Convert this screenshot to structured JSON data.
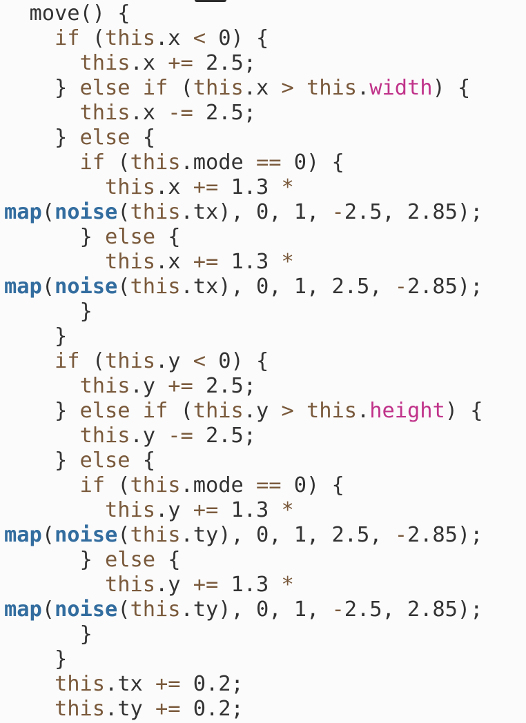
{
  "colors": {
    "background": "#fbfbfb",
    "text": "#333333",
    "keyword": "#7a5a3c",
    "function": "#336d9f",
    "builtin_property": "#c0338a"
  },
  "code": {
    "lines": [
      [
        {
          "t": "plain",
          "v": "  move() {"
        }
      ],
      [
        {
          "t": "plain",
          "v": "    "
        },
        {
          "t": "kw",
          "v": "if"
        },
        {
          "t": "plain",
          "v": " ("
        },
        {
          "t": "this",
          "v": "this"
        },
        {
          "t": "plain",
          "v": ".x "
        },
        {
          "t": "op",
          "v": "<"
        },
        {
          "t": "plain",
          "v": " 0) {"
        }
      ],
      [
        {
          "t": "plain",
          "v": "      "
        },
        {
          "t": "this",
          "v": "this"
        },
        {
          "t": "plain",
          "v": ".x "
        },
        {
          "t": "op",
          "v": "+="
        },
        {
          "t": "plain",
          "v": " 2.5;"
        }
      ],
      [
        {
          "t": "plain",
          "v": "    } "
        },
        {
          "t": "kw",
          "v": "else if"
        },
        {
          "t": "plain",
          "v": " ("
        },
        {
          "t": "this",
          "v": "this"
        },
        {
          "t": "plain",
          "v": ".x "
        },
        {
          "t": "op",
          "v": ">"
        },
        {
          "t": "plain",
          "v": " "
        },
        {
          "t": "this",
          "v": "this"
        },
        {
          "t": "plain",
          "v": "."
        },
        {
          "t": "builtin",
          "v": "width"
        },
        {
          "t": "plain",
          "v": ") {"
        }
      ],
      [
        {
          "t": "plain",
          "v": "      "
        },
        {
          "t": "this",
          "v": "this"
        },
        {
          "t": "plain",
          "v": ".x "
        },
        {
          "t": "op",
          "v": "-="
        },
        {
          "t": "plain",
          "v": " 2.5;"
        }
      ],
      [
        {
          "t": "plain",
          "v": "    } "
        },
        {
          "t": "kw",
          "v": "else"
        },
        {
          "t": "plain",
          "v": " {"
        }
      ],
      [
        {
          "t": "plain",
          "v": "      "
        },
        {
          "t": "kw",
          "v": "if"
        },
        {
          "t": "plain",
          "v": " ("
        },
        {
          "t": "this",
          "v": "this"
        },
        {
          "t": "plain",
          "v": ".mode "
        },
        {
          "t": "op",
          "v": "=="
        },
        {
          "t": "plain",
          "v": " 0) {"
        }
      ],
      [
        {
          "t": "plain",
          "v": "        "
        },
        {
          "t": "this",
          "v": "this"
        },
        {
          "t": "plain",
          "v": ".x "
        },
        {
          "t": "op",
          "v": "+="
        },
        {
          "t": "plain",
          "v": " 1.3 "
        },
        {
          "t": "op",
          "v": "*"
        }
      ],
      [
        {
          "t": "fn",
          "v": "map"
        },
        {
          "t": "plain",
          "v": "("
        },
        {
          "t": "fn",
          "v": "noise"
        },
        {
          "t": "plain",
          "v": "("
        },
        {
          "t": "this",
          "v": "this"
        },
        {
          "t": "plain",
          "v": ".tx), 0, 1, "
        },
        {
          "t": "op",
          "v": "-"
        },
        {
          "t": "plain",
          "v": "2.5, 2.85);"
        }
      ],
      [
        {
          "t": "plain",
          "v": "      } "
        },
        {
          "t": "kw",
          "v": "else"
        },
        {
          "t": "plain",
          "v": " {"
        }
      ],
      [
        {
          "t": "plain",
          "v": "        "
        },
        {
          "t": "this",
          "v": "this"
        },
        {
          "t": "plain",
          "v": ".x "
        },
        {
          "t": "op",
          "v": "+="
        },
        {
          "t": "plain",
          "v": " 1.3 "
        },
        {
          "t": "op",
          "v": "*"
        }
      ],
      [
        {
          "t": "fn",
          "v": "map"
        },
        {
          "t": "plain",
          "v": "("
        },
        {
          "t": "fn",
          "v": "noise"
        },
        {
          "t": "plain",
          "v": "("
        },
        {
          "t": "this",
          "v": "this"
        },
        {
          "t": "plain",
          "v": ".tx), 0, 1, 2.5, "
        },
        {
          "t": "op",
          "v": "-"
        },
        {
          "t": "plain",
          "v": "2.85);"
        }
      ],
      [
        {
          "t": "plain",
          "v": "      }"
        }
      ],
      [
        {
          "t": "plain",
          "v": "    }"
        }
      ],
      [
        {
          "t": "plain",
          "v": "    "
        },
        {
          "t": "kw",
          "v": "if"
        },
        {
          "t": "plain",
          "v": " ("
        },
        {
          "t": "this",
          "v": "this"
        },
        {
          "t": "plain",
          "v": ".y "
        },
        {
          "t": "op",
          "v": "<"
        },
        {
          "t": "plain",
          "v": " 0) {"
        }
      ],
      [
        {
          "t": "plain",
          "v": "      "
        },
        {
          "t": "this",
          "v": "this"
        },
        {
          "t": "plain",
          "v": ".y "
        },
        {
          "t": "op",
          "v": "+="
        },
        {
          "t": "plain",
          "v": " 2.5;"
        }
      ],
      [
        {
          "t": "plain",
          "v": "    } "
        },
        {
          "t": "kw",
          "v": "else if"
        },
        {
          "t": "plain",
          "v": " ("
        },
        {
          "t": "this",
          "v": "this"
        },
        {
          "t": "plain",
          "v": ".y "
        },
        {
          "t": "op",
          "v": ">"
        },
        {
          "t": "plain",
          "v": " "
        },
        {
          "t": "this",
          "v": "this"
        },
        {
          "t": "plain",
          "v": "."
        },
        {
          "t": "builtin",
          "v": "height"
        },
        {
          "t": "plain",
          "v": ") {"
        }
      ],
      [
        {
          "t": "plain",
          "v": "      "
        },
        {
          "t": "this",
          "v": "this"
        },
        {
          "t": "plain",
          "v": ".y "
        },
        {
          "t": "op",
          "v": "-="
        },
        {
          "t": "plain",
          "v": " 2.5;"
        }
      ],
      [
        {
          "t": "plain",
          "v": "    } "
        },
        {
          "t": "kw",
          "v": "else"
        },
        {
          "t": "plain",
          "v": " {"
        }
      ],
      [
        {
          "t": "plain",
          "v": "      "
        },
        {
          "t": "kw",
          "v": "if"
        },
        {
          "t": "plain",
          "v": " ("
        },
        {
          "t": "this",
          "v": "this"
        },
        {
          "t": "plain",
          "v": ".mode "
        },
        {
          "t": "op",
          "v": "=="
        },
        {
          "t": "plain",
          "v": " 0) {"
        }
      ],
      [
        {
          "t": "plain",
          "v": "        "
        },
        {
          "t": "this",
          "v": "this"
        },
        {
          "t": "plain",
          "v": ".y "
        },
        {
          "t": "op",
          "v": "+="
        },
        {
          "t": "plain",
          "v": " 1.3 "
        },
        {
          "t": "op",
          "v": "*"
        }
      ],
      [
        {
          "t": "fn",
          "v": "map"
        },
        {
          "t": "plain",
          "v": "("
        },
        {
          "t": "fn",
          "v": "noise"
        },
        {
          "t": "plain",
          "v": "("
        },
        {
          "t": "this",
          "v": "this"
        },
        {
          "t": "plain",
          "v": ".ty), 0, 1, 2.5, "
        },
        {
          "t": "op",
          "v": "-"
        },
        {
          "t": "plain",
          "v": "2.85);"
        }
      ],
      [
        {
          "t": "plain",
          "v": "      } "
        },
        {
          "t": "kw",
          "v": "else"
        },
        {
          "t": "plain",
          "v": " {"
        }
      ],
      [
        {
          "t": "plain",
          "v": "        "
        },
        {
          "t": "this",
          "v": "this"
        },
        {
          "t": "plain",
          "v": ".y "
        },
        {
          "t": "op",
          "v": "+="
        },
        {
          "t": "plain",
          "v": " 1.3 "
        },
        {
          "t": "op",
          "v": "*"
        }
      ],
      [
        {
          "t": "fn",
          "v": "map"
        },
        {
          "t": "plain",
          "v": "("
        },
        {
          "t": "fn",
          "v": "noise"
        },
        {
          "t": "plain",
          "v": "("
        },
        {
          "t": "this",
          "v": "this"
        },
        {
          "t": "plain",
          "v": ".ty), 0, 1, "
        },
        {
          "t": "op",
          "v": "-"
        },
        {
          "t": "plain",
          "v": "2.5, 2.85);"
        }
      ],
      [
        {
          "t": "plain",
          "v": "      }"
        }
      ],
      [
        {
          "t": "plain",
          "v": "    }"
        }
      ],
      [
        {
          "t": "plain",
          "v": "    "
        },
        {
          "t": "this",
          "v": "this"
        },
        {
          "t": "plain",
          "v": ".tx "
        },
        {
          "t": "op",
          "v": "+="
        },
        {
          "t": "plain",
          "v": " 0.2;"
        }
      ],
      [
        {
          "t": "plain",
          "v": "    "
        },
        {
          "t": "this",
          "v": "this"
        },
        {
          "t": "plain",
          "v": ".ty "
        },
        {
          "t": "op",
          "v": "+="
        },
        {
          "t": "plain",
          "v": " 0.2;"
        }
      ]
    ]
  }
}
